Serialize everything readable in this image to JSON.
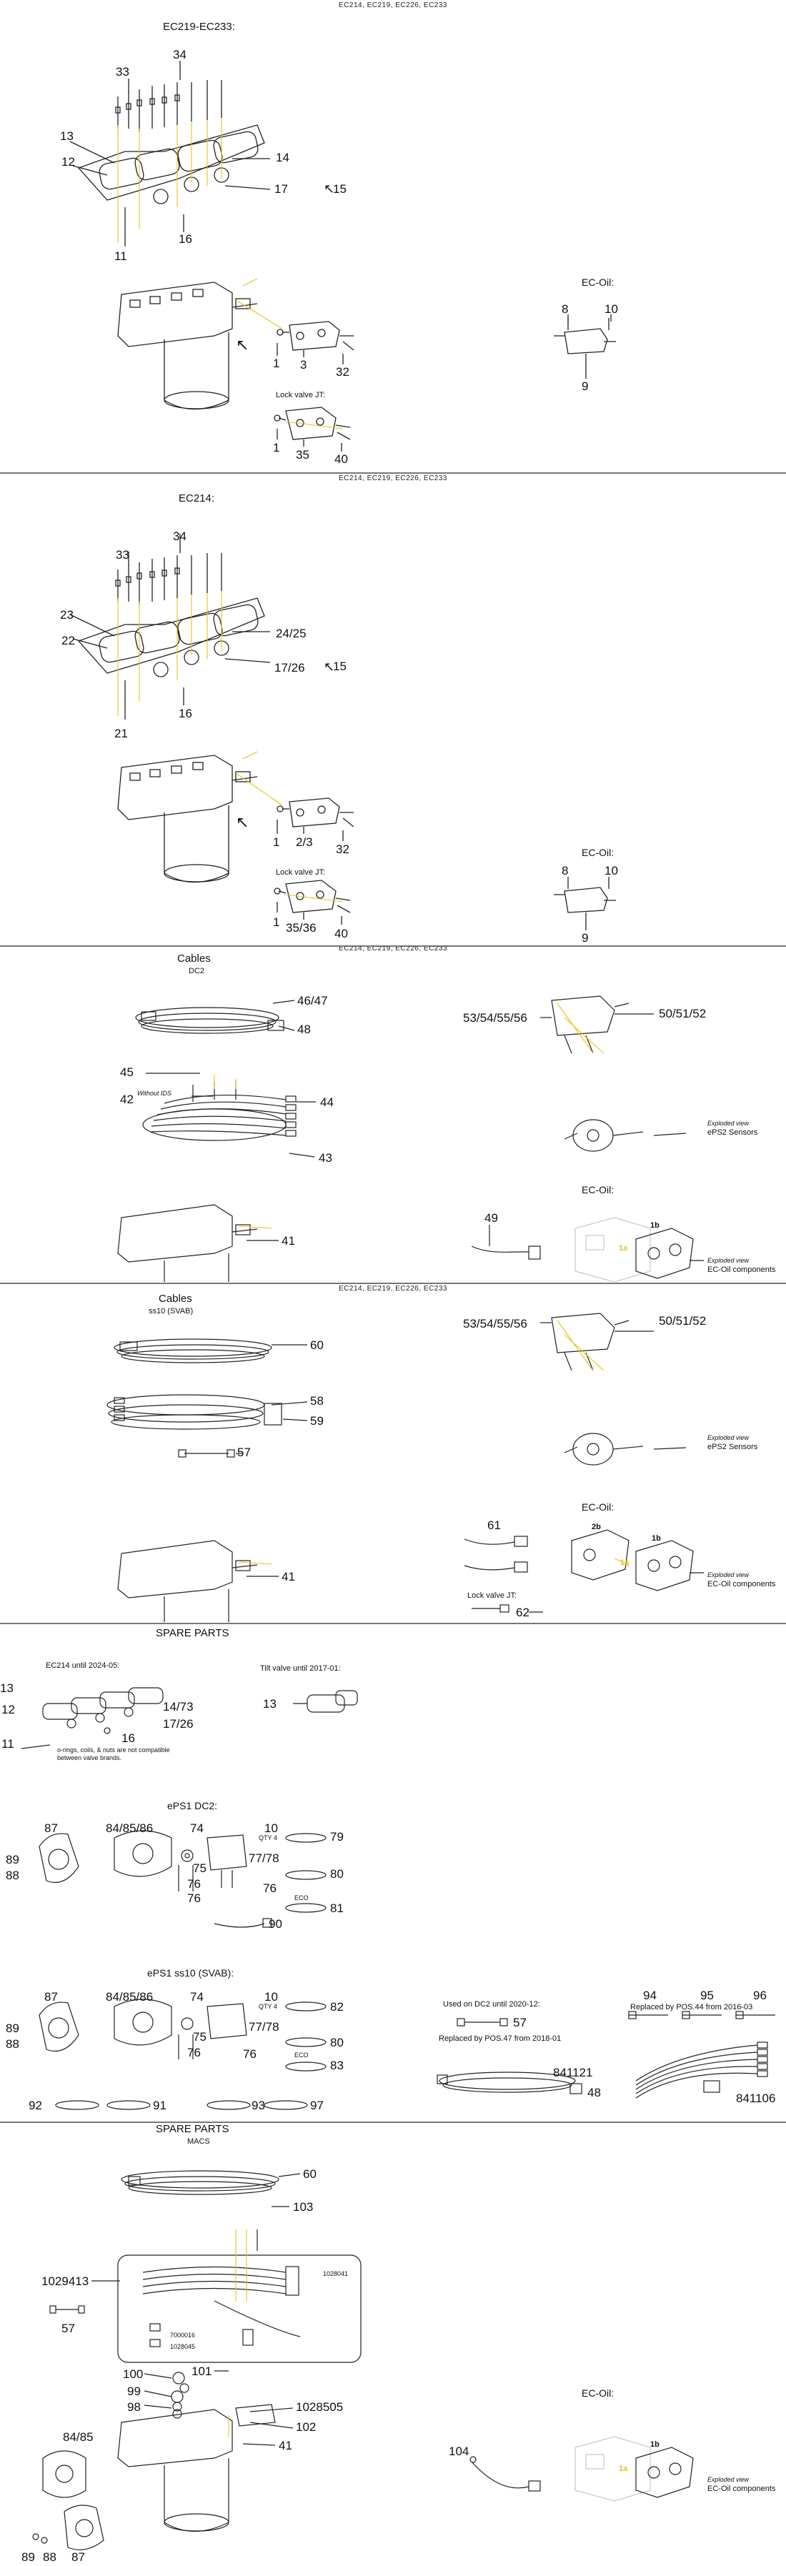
{
  "colors": {
    "leader": "#e7c21a",
    "ink": "#111111",
    "line": "#222222",
    "sep": "#777777",
    "ghost": "#c9c9c9"
  },
  "icons": {
    "pointer": "pointer-icon"
  },
  "panels": [
    {
      "header": "EC214, EC219, EC226, EC233",
      "title": "EC219-EC233:",
      "ec_oil": "EC-Oil:",
      "lock_valve": "Lock valve JT:",
      "labels": {
        "a": "33",
        "b": "34",
        "c": "13",
        "d": "12",
        "e": "14",
        "f": "17",
        "g": "15",
        "h": "16",
        "i": "11",
        "j": "1",
        "k": "3",
        "l": "32",
        "m": "8",
        "n": "10",
        "o": "9",
        "p": "1",
        "q": "35",
        "r": "40"
      }
    },
    {
      "header": "EC214, EC219, EC226, EC233",
      "title": "EC214:",
      "ec_oil": "EC-Oil:",
      "lock_valve": "Lock valve JT:",
      "labels": {
        "a": "33",
        "b": "34",
        "c": "23",
        "d": "22",
        "e": "24/25",
        "f": "17/26",
        "g": "15",
        "h": "16",
        "i": "21",
        "j": "1",
        "k": "2/3",
        "l": "32",
        "m": "8",
        "n": "10",
        "o": "9",
        "p": "1",
        "q": "35/36",
        "r": "40"
      }
    },
    {
      "header": "EC214, EC219, EC226, EC233",
      "title": "Cables",
      "subtitle": "DC2",
      "ec_oil": "EC-Oil:",
      "without_ids": "Without IDS",
      "exploded1": "Exploded view",
      "sensors": "ePS2 Sensors",
      "exploded2": "Exploded view",
      "oil_components": "EC-Oil components",
      "labels": {
        "a": "46/47",
        "b": "48",
        "c": "45",
        "d": "42",
        "e": "44",
        "f": "43",
        "g": "41",
        "h": "53/54/55/56",
        "i": "50/51/52",
        "j": "49",
        "k": "1b",
        "l": "1a"
      }
    },
    {
      "header": "EC214, EC219, EC226, EC233",
      "title": "Cables",
      "subtitle": "ss10 (SVAB)",
      "ec_oil": "EC-Oil:",
      "lock_valve": "Lock valve JT:",
      "exploded1": "Exploded view",
      "sensors": "ePS2 Sensors",
      "exploded2": "Exploded view",
      "oil_components": "EC-Oil components",
      "labels": {
        "a": "60",
        "b": "58",
        "c": "59",
        "d": "57",
        "e": "41",
        "f": "53/54/55/56",
        "g": "50/51/52",
        "h": "61",
        "i": "62",
        "j": "2b",
        "k": "1b",
        "l": "1a"
      }
    },
    {
      "title": "SPARE PARTS",
      "ec214": "EC214 until 2024-05:",
      "tilt": "Tilt valve until 2017-01:",
      "note": "o-rings, coils, & nuts are not compatible between valve brands.",
      "eps1_dc2": "ePS1 DC2:",
      "eps1_ss10": "ePS1 ss10 (SVAB):",
      "qty": "QTY 4",
      "eco": "ECO",
      "used_on": "Used on DC2 until 2020-12:",
      "replaced47": "Replaced by POS.47 from 2018-01",
      "replaced44": "Replaced by POS.44 from 2016-03",
      "labels": {
        "n13": "13",
        "n12": "12",
        "n14": "14/73",
        "n17": "17/26",
        "n16": "16",
        "n11": "11",
        "n13b": "13",
        "a87": "87",
        "a848586": "84/85/86",
        "a74": "74",
        "a10": "10",
        "a79": "79",
        "a89": "89",
        "a88": "88",
        "a75": "75",
        "a7778": "77/78",
        "a80": "80",
        "a76": "76",
        "a76b": "76",
        "a76c": "76",
        "a81": "81",
        "a90": "90",
        "b87": "87",
        "b848586": "84/85/86",
        "b74": "74",
        "b10": "10",
        "b82": "82",
        "b89": "89",
        "b88": "88",
        "b75": "75",
        "b7778": "77/78",
        "b80": "80",
        "b76": "76",
        "b76b": "76",
        "b83": "83",
        "b92": "92",
        "b91": "91",
        "b93": "93",
        "b97": "97",
        "c57": "57",
        "c94": "94",
        "c95": "95",
        "c96": "96",
        "c841121": "841121",
        "c48": "48",
        "c841106": "841106"
      }
    },
    {
      "title": "SPARE PARTS",
      "subtitle": "MACS",
      "ec_oil": "EC-Oil:",
      "exploded": "Exploded view",
      "oil_components": "EC-Oil components",
      "labels": {
        "a60": "60",
        "a103": "103",
        "a1029413": "1029413",
        "a1028041": "1028041",
        "a57": "57",
        "a7000016": "7000016",
        "a1028045": "1028045",
        "a101": "101",
        "a100": "100",
        "a99": "99",
        "a98": "98",
        "a1028505": "1028505",
        "a102": "102",
        "a8485": "84/85",
        "a41": "41",
        "a104": "104",
        "a89": "89",
        "a88": "88",
        "a87": "87",
        "k1b": "1b",
        "k1a": "1a"
      }
    }
  ]
}
